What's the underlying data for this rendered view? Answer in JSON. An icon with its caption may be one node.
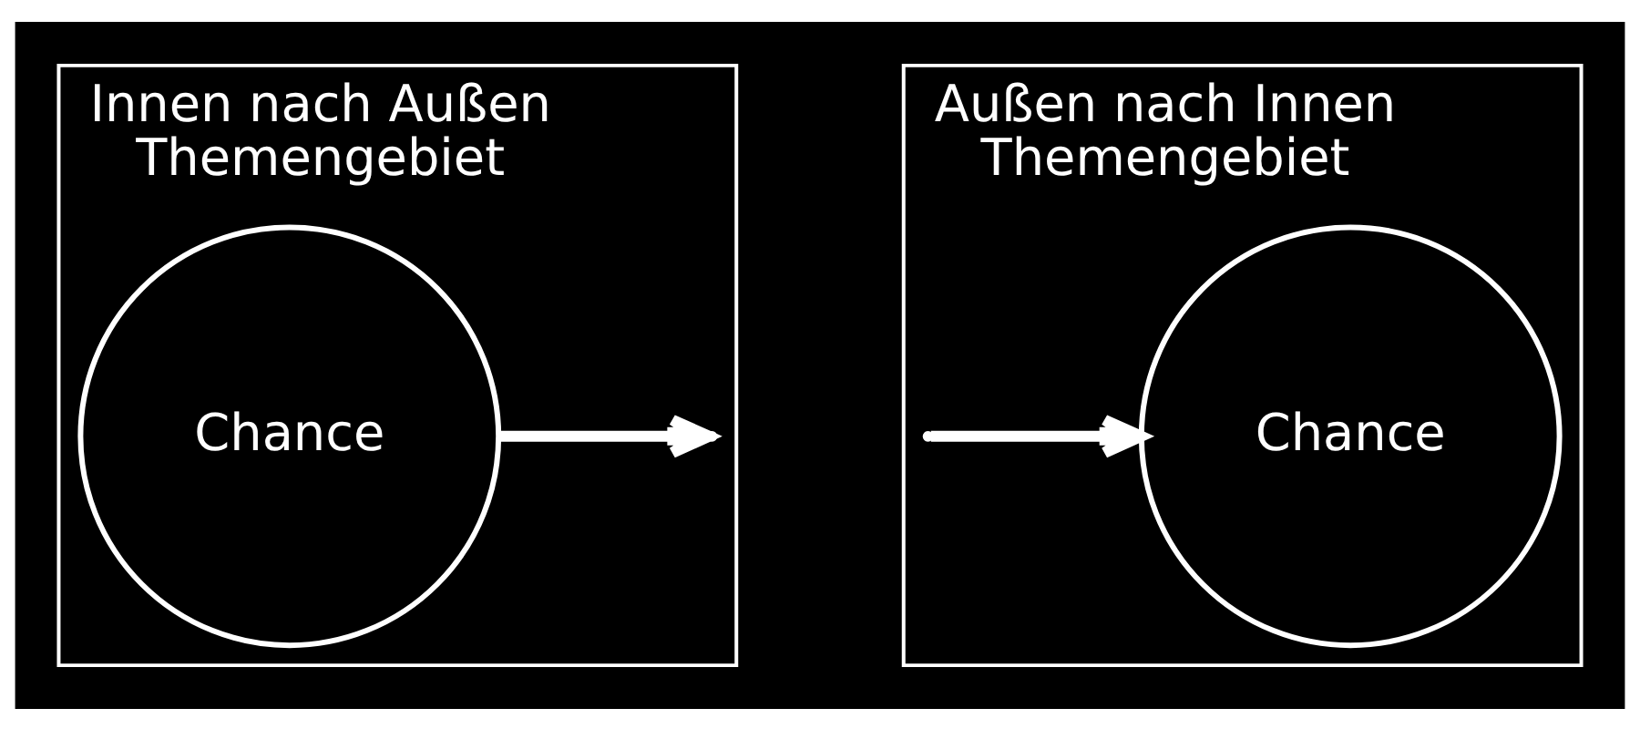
{
  "diagram": {
    "nodes": [
      {
        "text": [
          "Innen nach Außen",
          "Themengebiet"
        ]
      },
      {
        "text": [
          "Chance"
        ],
        "in": 0
      },
      {
        "text": [
          "Außen nach Innen",
          "Themengebiet"
        ]
      },
      {
        "text": [
          "Chance"
        ],
        "in": 2
      }
    ],
    "edges": [
      {
        "from": 1,
        "to": 0,
        "arrow": "to"
      },
      {
        "from": 2,
        "to": 3,
        "arrow": "to"
      }
    ]
  }
}
